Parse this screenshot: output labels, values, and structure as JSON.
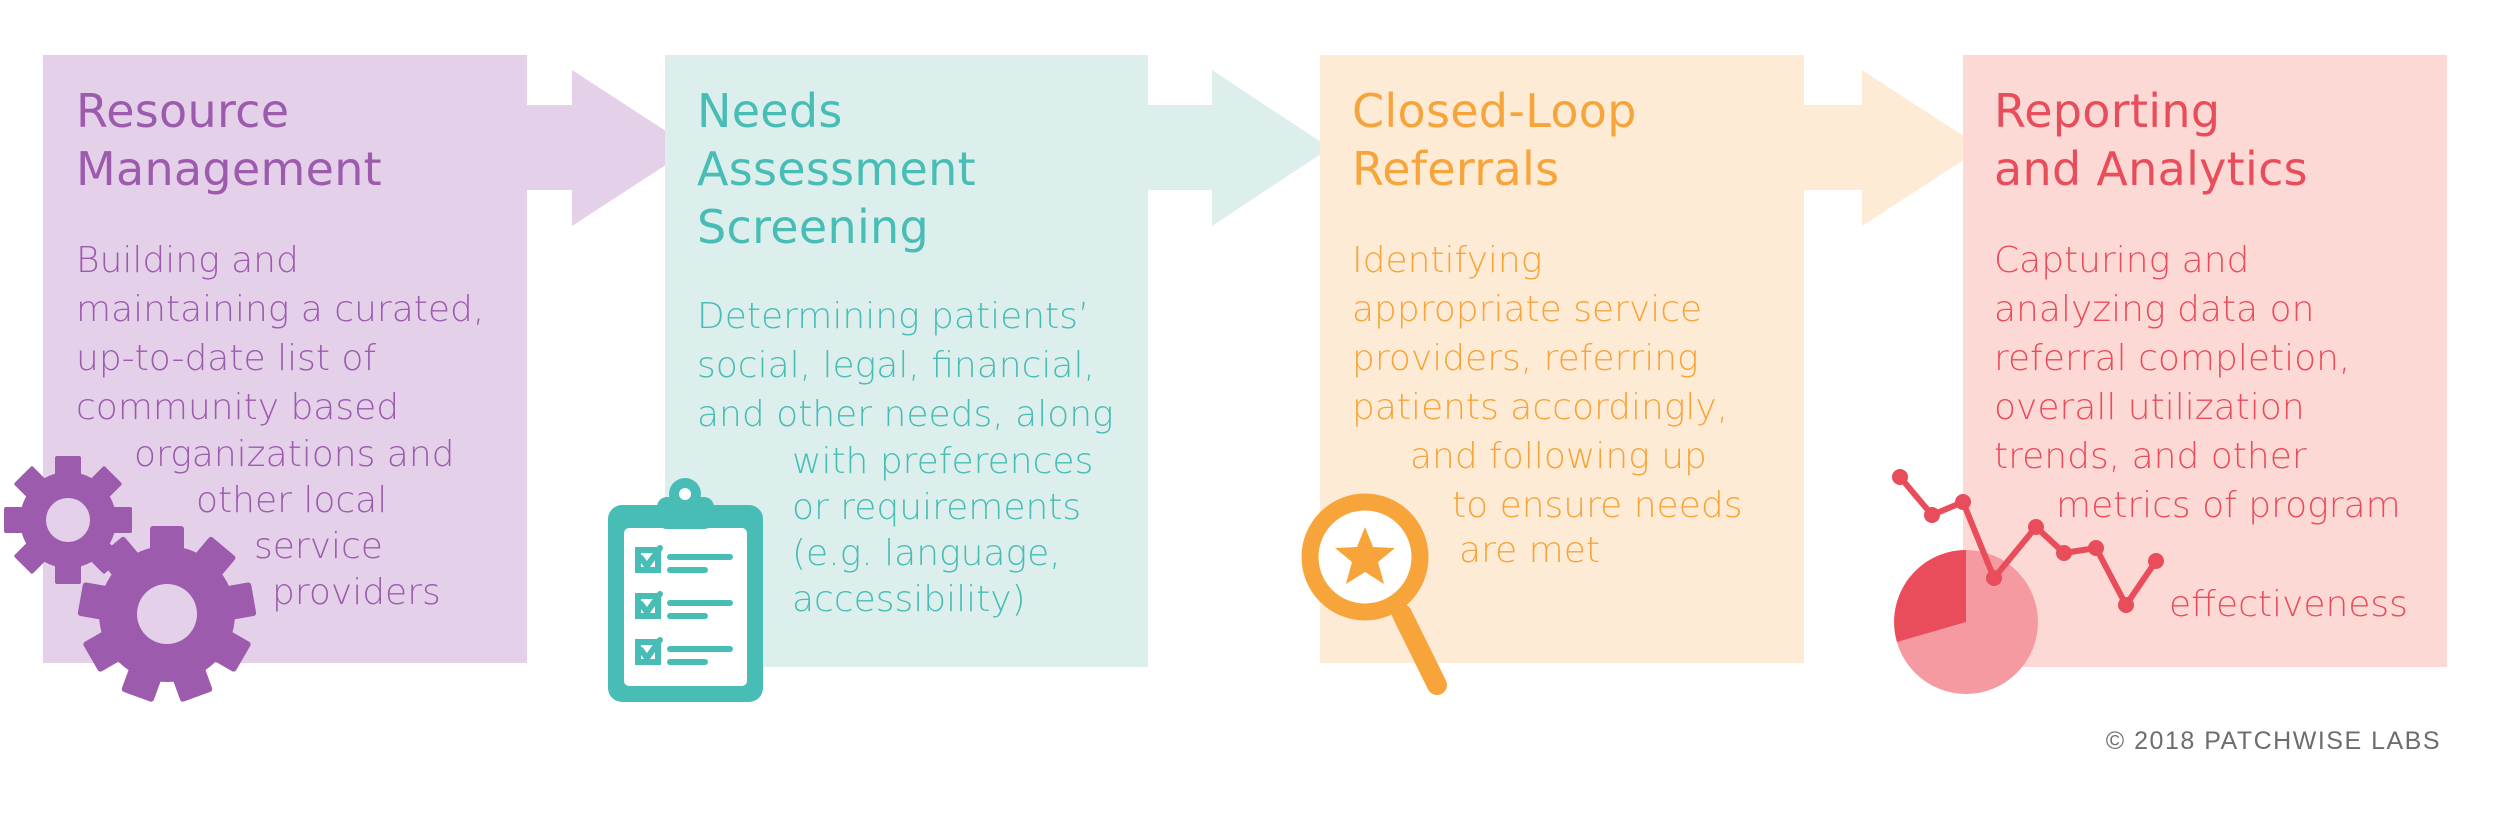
{
  "steps": [
    {
      "title_lines": [
        "Resource",
        "Management"
      ],
      "desc_lines": [
        "Building and",
        "maintaining a curated,",
        "up-to-date list of",
        "community based",
        "organizations and",
        "other local",
        "service",
        "providers"
      ],
      "icon": "gears-icon",
      "color": "#9d5bae",
      "bg": "#e4d1e9"
    },
    {
      "title_lines": [
        "Needs",
        "Assessment",
        "Screening"
      ],
      "desc_lines": [
        "Determining patients’",
        "social, legal, financial,",
        "and other needs, along",
        "with preferences",
        "or requirements",
        "(e.g. language,",
        "accessibility)"
      ],
      "icon": "clipboard-checklist-icon",
      "color": "#48bdb6",
      "bg": "#ddefed"
    },
    {
      "title_lines": [
        "Closed-Loop",
        "Referrals"
      ],
      "desc_lines": [
        "Identifying",
        "appropriate service",
        "providers, referring",
        "patients accordingly,",
        "and following up",
        "to ensure needs",
        "are met"
      ],
      "icon": "magnifier-star-icon",
      "color": "#f7a43a",
      "bg": "#fdebd6"
    },
    {
      "title_lines": [
        "Reporting",
        "and Analytics"
      ],
      "desc_lines": [
        "Capturing and",
        "analyzing data on",
        "referral completion,",
        "overall utilization",
        "trends, and other",
        "metrics of program",
        "effectiveness"
      ],
      "icon": "pie-line-chart-icon",
      "color": "#e94d5b",
      "bg": "#fcd9d4"
    }
  ],
  "footer": {
    "copyright": "© 2018 PATCHWISE LABS"
  }
}
